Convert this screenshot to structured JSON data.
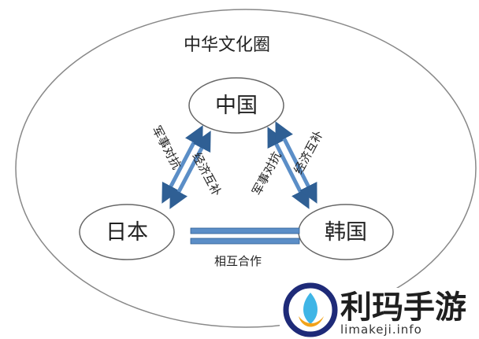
{
  "diagram": {
    "outer_label": "中华文化圈",
    "nodes": {
      "china": "中国",
      "japan": "日本",
      "korea": "韩国"
    },
    "edges": {
      "china_japan_left": "军事对抗",
      "china_japan_right": "经济互补",
      "china_korea_left": "军事对抗",
      "china_korea_right": "经济互补",
      "japan_korea": "相互合作"
    }
  },
  "colors": {
    "arrow": "#5b8ec7",
    "arrow_outline": "#2f5f94",
    "node_border": "#666666",
    "outer_border": "#888888"
  },
  "watermark": {
    "cn": "利玛手游",
    "en": "limakeji.info",
    "logo_icon": "limakeji-logo-icon"
  }
}
